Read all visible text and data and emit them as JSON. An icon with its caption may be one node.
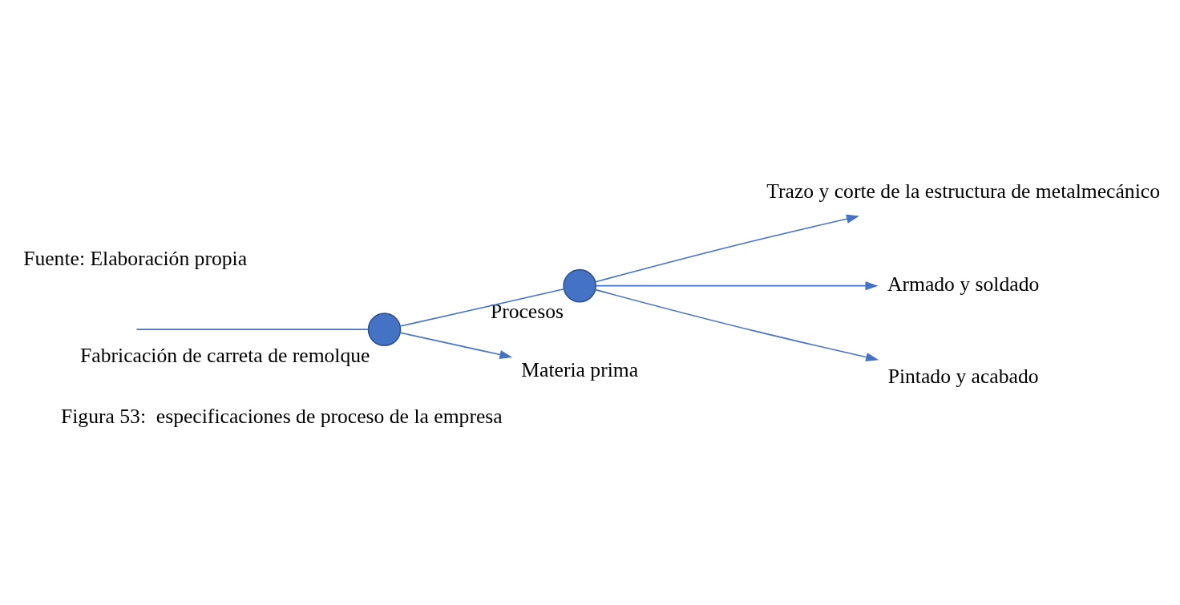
{
  "diagram": {
    "caption": "Figura 53:  especificaciones de proceso de la empresa",
    "nodes": [
      {
        "text": [],
        "shape": "circle",
        "beside": [
          "Fabricación de carreta de remolque"
        ]
      },
      {
        "text": [],
        "shape": "circle",
        "beside": [
          "Procesos"
        ]
      },
      {
        "text": [
          "Trazo y corte de la estructura de metalmecánico"
        ]
      },
      {
        "text": [
          "Armado y soldado"
        ]
      },
      {
        "text": [
          "Pintado y acabado"
        ]
      },
      {
        "text": [
          "Materia prima"
        ]
      }
    ],
    "edges": [
      {
        "from": null,
        "to": 0,
        "arrow": "none"
      },
      {
        "from": 0,
        "to": 1,
        "arrow": "none"
      },
      {
        "from": 1,
        "to": 2,
        "arrow": "to"
      },
      {
        "from": 1,
        "to": 3,
        "arrow": "to"
      },
      {
        "from": 1,
        "to": 4,
        "arrow": "to"
      },
      {
        "from": 0,
        "to": 5,
        "arrow": "to"
      }
    ],
    "labels": [
      "Fuente: Elaboración propia"
    ]
  }
}
